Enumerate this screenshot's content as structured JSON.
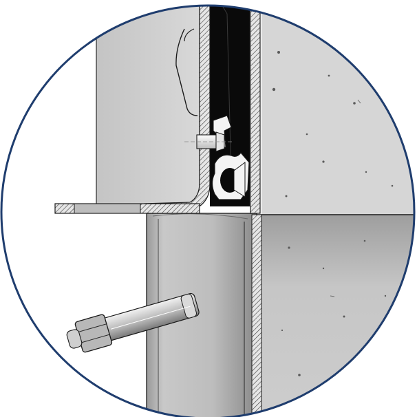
{
  "figure": {
    "kind": "technical-detail-callout",
    "frame_color": "#1f3d6e",
    "colors": {
      "background": "#ffffff",
      "steel_light": "#cfcfcf",
      "steel_mid": "#b4b4b4",
      "steel_dark": "#8c8c8c",
      "concrete_upper": "#d3d3d3",
      "concrete_lower": "#c2c2c2",
      "cavity": "#0a0a0a",
      "outline": "#1a1a1a",
      "seal_white": "#f4f4f4"
    },
    "components": [
      {
        "name": "concrete-wall",
        "icon": "concrete-texture"
      },
      {
        "name": "steel-door-frame",
        "icon": "hatched-section"
      },
      {
        "name": "angle-bracket",
        "icon": "l-profile"
      },
      {
        "name": "rubber-seal",
        "icon": "seal-profile"
      },
      {
        "name": "countersunk-screw",
        "icon": "screw"
      },
      {
        "name": "anchor-bolt-with-nut",
        "icon": "bolt"
      }
    ]
  }
}
